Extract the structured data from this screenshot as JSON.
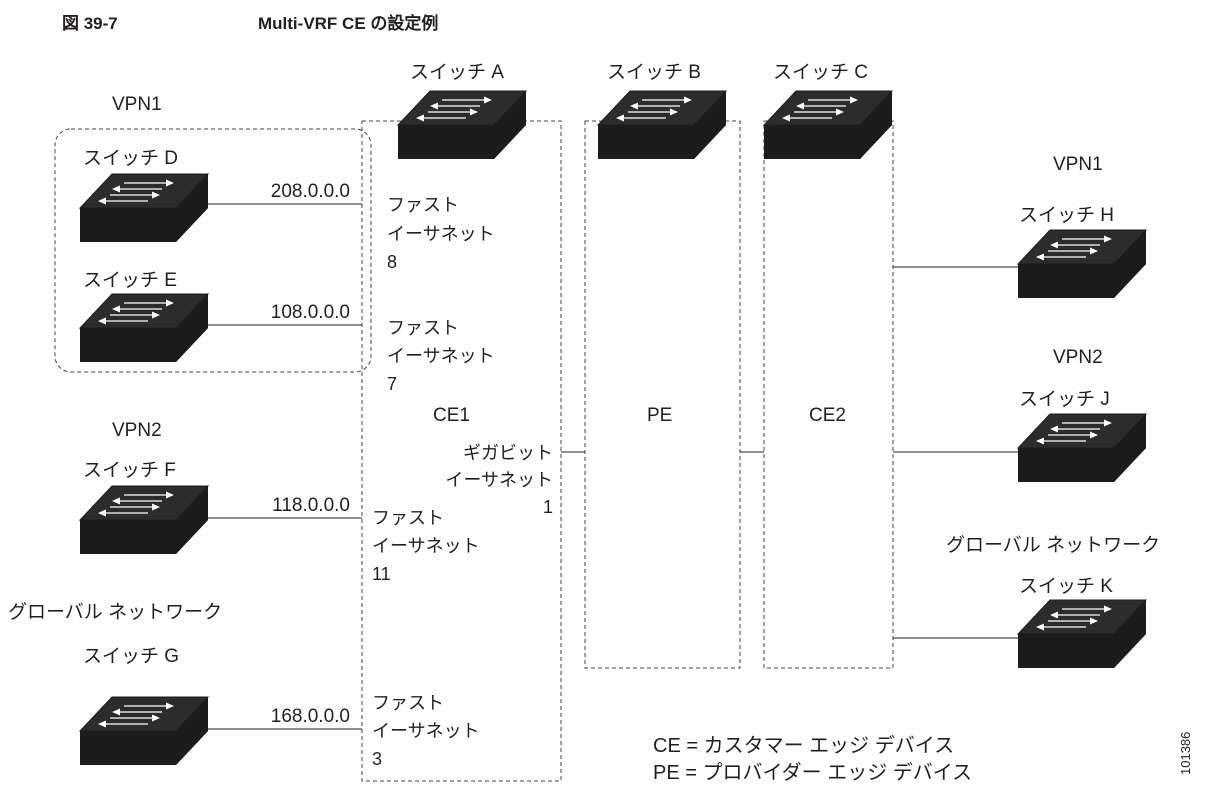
{
  "figure": {
    "number": "図 39-7",
    "title": "Multi-VRF CE の設定例",
    "id": "101386"
  },
  "switches": {
    "a": "スイッチ A",
    "b": "スイッチ B",
    "c": "スイッチ C",
    "d": "スイッチ D",
    "e": "スイッチ E",
    "f": "スイッチ F",
    "g": "スイッチ G",
    "h": "スイッチ H",
    "j": "スイッチ J",
    "k": "スイッチ K"
  },
  "groups": {
    "vpn1_left": "VPN1",
    "vpn2_left": "VPN2",
    "global_left": "グローバル ネットワーク",
    "vpn1_right": "VPN1",
    "vpn2_right": "VPN2",
    "global_right": "グローバル ネットワーク"
  },
  "devices": {
    "ce1": "CE1",
    "pe": "PE",
    "ce2": "CE2"
  },
  "networks": {
    "d": "208.0.0.0",
    "e": "108.0.0.0",
    "f": "118.0.0.0",
    "g": "168.0.0.0"
  },
  "ports": {
    "p8": [
      "ファスト",
      "イーサネット",
      "8"
    ],
    "p7": [
      "ファスト",
      "イーサネット",
      "7"
    ],
    "p11": [
      "ファスト",
      "イーサネット",
      "11"
    ],
    "p3": [
      "ファスト",
      "イーサネット",
      "3"
    ],
    "gig1": [
      "ギガビット",
      "イーサネット",
      "1"
    ]
  },
  "legend": {
    "ce": "CE = カスタマー エッジ デバイス",
    "pe": "PE = プロバイダー エッジ デバイス"
  }
}
